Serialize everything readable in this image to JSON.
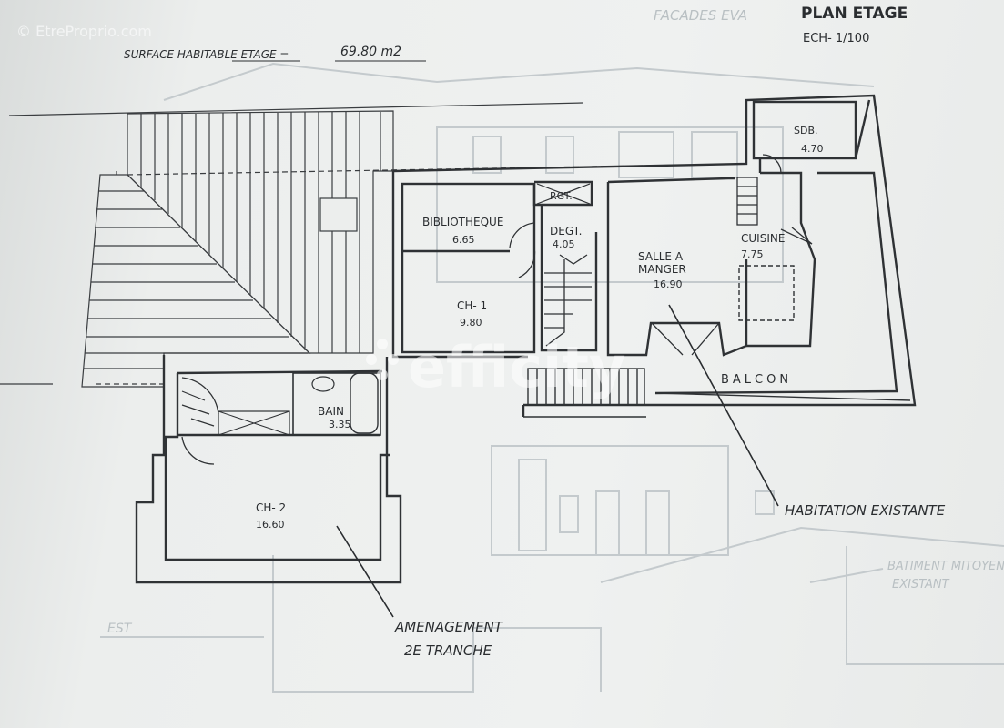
{
  "watermark_source": "© EtreProprio.com",
  "watermark_brand": "efficity",
  "plan_title": "PLAN ETAGE",
  "scale": "ECH- 1/100",
  "surface": {
    "label": "SURFACE HABITABLE ETAGE =",
    "value": "69.80 m2"
  },
  "rooms": {
    "bibliotheque": {
      "name": "BIBLIOTHEQUE",
      "area": "6.65"
    },
    "degt": {
      "name": "DEGT.",
      "area": "4.05"
    },
    "rgt": {
      "name": "RGT."
    },
    "ch1": {
      "name": "CH- 1",
      "area": "9.80"
    },
    "salle": {
      "name_line1": "SALLE A",
      "name_line2": "MANGER",
      "area": "16.90"
    },
    "cuisine": {
      "name": "CUISINE",
      "area": "7.75"
    },
    "sdb": {
      "name": "SDB.",
      "area": "4.70"
    },
    "bain": {
      "name": "BAIN",
      "area": "3.35"
    },
    "ch2": {
      "name": "CH- 2",
      "area": "16.60"
    },
    "balcon": {
      "name": "BALCON"
    }
  },
  "annotations": {
    "habitation": "HABITATION EXISTANTE",
    "amenagement_line1": "AMENAGEMENT",
    "amenagement_line2": "2E TRANCHE"
  },
  "ghost_texts": {
    "facade": "FACADES EVA",
    "batiment_line1": "BATIMENT MITOYEN",
    "batiment_line2": "EXISTANT",
    "est": "EST"
  }
}
